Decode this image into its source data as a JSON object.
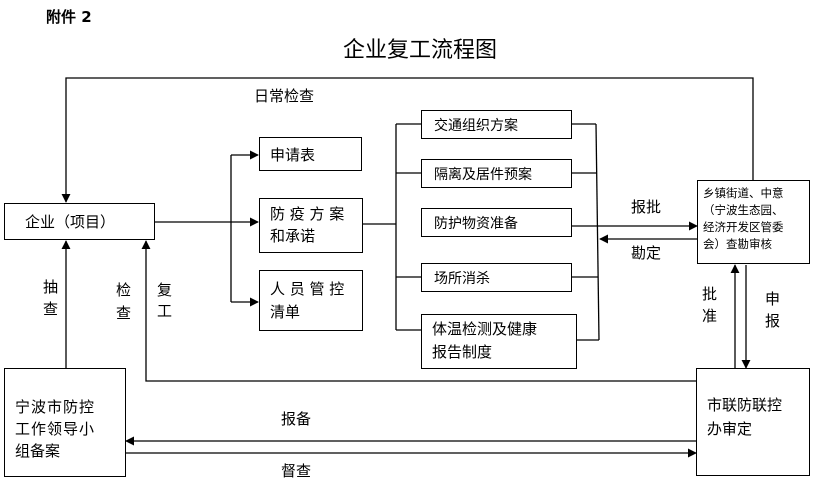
{
  "header": {
    "attachment": "附件 2",
    "title": "企业复工流程图"
  },
  "nodes": {
    "enterprise": "企业（项目）",
    "application_form": "申请表",
    "prevention_plan": [
      "防 疫 方 案",
      "和承诺"
    ],
    "personnel_list": [
      "人 员 管 控",
      "清单"
    ],
    "traffic_plan": "交通组织方案",
    "isolation_plan": "隔离及居件预案",
    "supplies": "防护物资准备",
    "disinfection": "场所消杀",
    "temperature": [
      "体温检测及健康",
      "报告制度"
    ],
    "town_office": [
      "乡镇街道、中意",
      "（宁波生态园、",
      "经济开发区管委",
      "会）查勘审核"
    ],
    "city_office": [
      "市联防联控",
      "办审定"
    ],
    "leading_group": [
      "宁波市防控",
      "工作领导小",
      "组备案"
    ]
  },
  "edge_labels": {
    "daily_check": "日常检查",
    "report_approve": "报批",
    "survey": "勘定",
    "approve": [
      "批",
      "准"
    ],
    "declare": [
      "申",
      "报"
    ],
    "spot_check": [
      "抽",
      "查"
    ],
    "inspect": [
      "检",
      "查"
    ],
    "resume": [
      "复",
      "工"
    ],
    "filing": "报备",
    "supervise": "督查"
  }
}
